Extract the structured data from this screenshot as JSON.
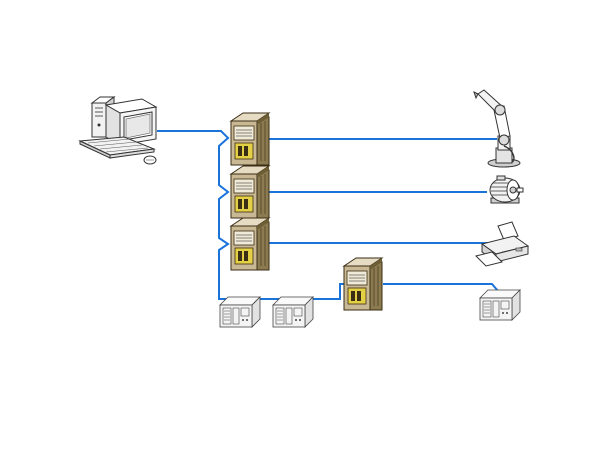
{
  "colors": {
    "link": "#1a73d9",
    "background": "#ffffff",
    "module_body": "#d9ccb0",
    "module_dark": "#5a4a28",
    "module_stripe": "#e3d044",
    "device_line": "#444444",
    "device_fill": "#f4f4f4"
  },
  "icons": [
    {
      "id": "computer",
      "name": "desktop-computer-icon"
    },
    {
      "id": "robot",
      "name": "industrial-robot-arm-icon"
    },
    {
      "id": "motor",
      "name": "electric-motor-icon"
    },
    {
      "id": "printer",
      "name": "printer-icon"
    },
    {
      "id": "plc",
      "name": "plc-controller-icon"
    },
    {
      "id": "gateway",
      "name": "network-gateway-module-icon"
    }
  ]
}
